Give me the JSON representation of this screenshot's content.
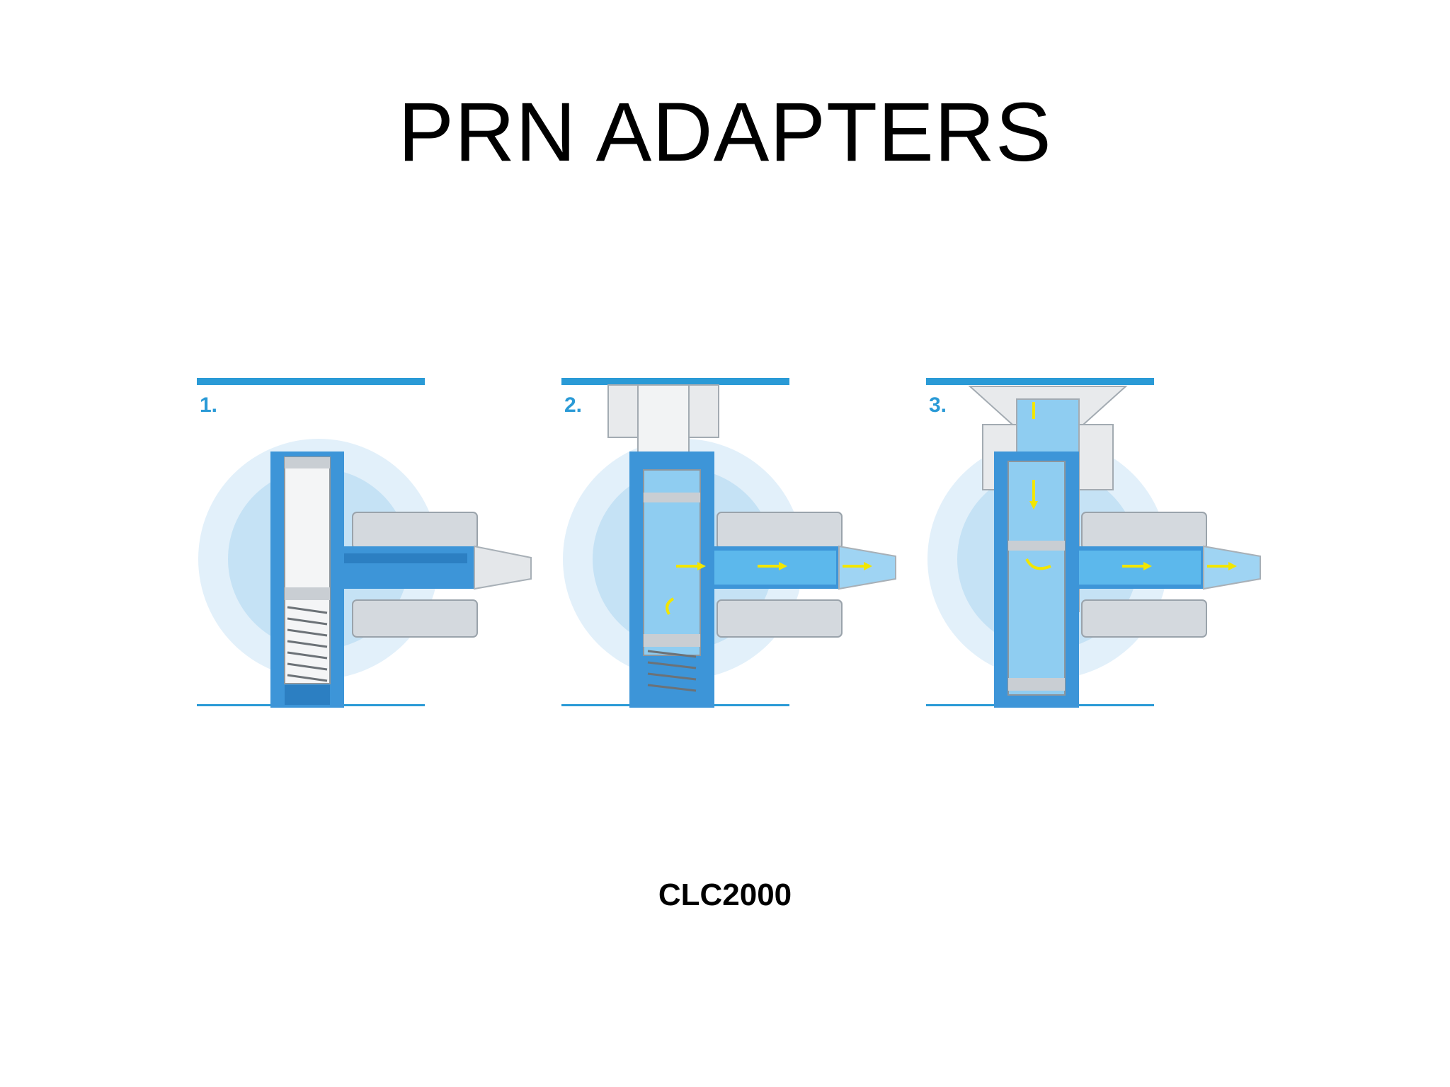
{
  "slide": {
    "title": "PRN ADAPTERS",
    "caption": "CLC2000"
  },
  "steps": [
    {
      "number": "1."
    },
    {
      "number": "2."
    },
    {
      "number": "3."
    }
  ],
  "colors": {
    "accent_blue": "#2a9ad6",
    "body_blue": "#3d95d8",
    "halo_outer": "#d9ecf8",
    "halo_inner": "#bfdff3",
    "flow_arrow": "#f2e600",
    "fluid": "#5cb8ec",
    "metal": "#c9ced3"
  }
}
